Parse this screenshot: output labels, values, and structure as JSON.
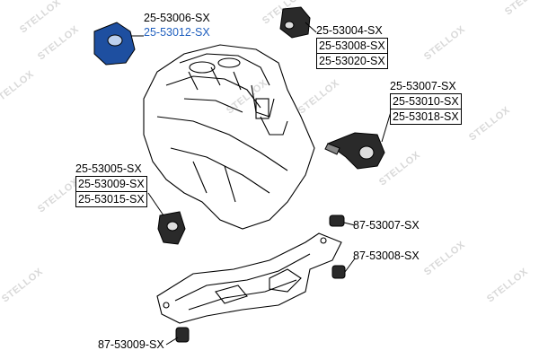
{
  "watermark": {
    "text": "STELLOX",
    "color": "#d9d9d9"
  },
  "colors": {
    "highlight": "#1f5fbf",
    "line": "#000000",
    "part_fill": "#2a2a2a"
  },
  "parts": {
    "top_left_mount": {
      "codes": [
        "25-53006-SX",
        "25-53012-SX"
      ],
      "highlighted": "25-53012-SX"
    },
    "top_right_mount": {
      "codes": [
        "25-53004-SX",
        "25-53008-SX",
        "25-53020-SX"
      ]
    },
    "right_mount": {
      "codes": [
        "25-53007-SX",
        "25-53010-SX",
        "25-53018-SX"
      ]
    },
    "left_mount": {
      "codes": [
        "25-53005-SX",
        "25-53009-SX",
        "25-53015-SX"
      ]
    },
    "subframe_bush_upper": {
      "code": "87-53007-SX"
    },
    "subframe_bush_lower": {
      "code": "87-53008-SX"
    },
    "subframe_bush_bottom": {
      "code": "87-53009-SX"
    }
  }
}
